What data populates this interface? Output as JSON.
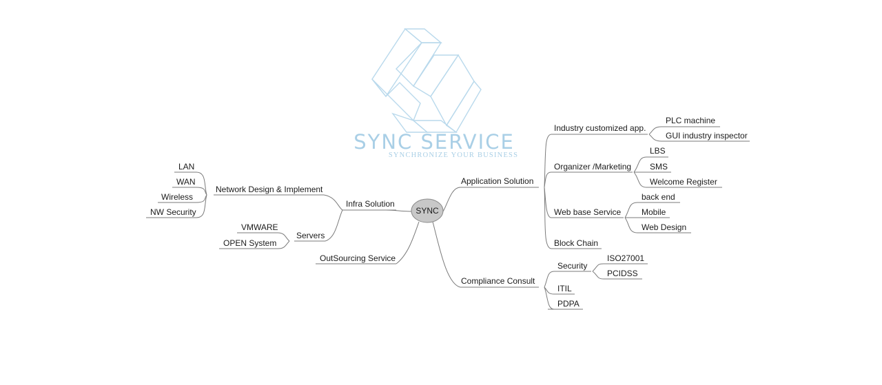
{
  "logo": {
    "title": "SYNC SERVICE",
    "tagline": "SYNCHRONIZE YOUR BUSINESS",
    "icon": "sync-s-logo-icon",
    "color": "#a9cfe6"
  },
  "mindmap": {
    "root": "SYNC",
    "root_fill": "#c8c8c8",
    "line_color": "#7a7a7a",
    "nodes": [
      {
        "id": "infra",
        "label": "Infra Solution"
      },
      {
        "id": "netdesign",
        "label": "Network Design & Implement"
      },
      {
        "id": "lan",
        "label": "LAN"
      },
      {
        "id": "wan",
        "label": "WAN"
      },
      {
        "id": "wireless",
        "label": "Wireless"
      },
      {
        "id": "nwsec",
        "label": "NW Security"
      },
      {
        "id": "servers",
        "label": "Servers"
      },
      {
        "id": "vmware",
        "label": "VMWARE"
      },
      {
        "id": "opensys",
        "label": "OPEN System"
      },
      {
        "id": "outsourcing",
        "label": "OutSourcing Service"
      },
      {
        "id": "appsol",
        "label": "Application Solution"
      },
      {
        "id": "industry",
        "label": "Industry customized app."
      },
      {
        "id": "plc",
        "label": "PLC machine"
      },
      {
        "id": "gui",
        "label": "GUI industry inspector"
      },
      {
        "id": "organizer",
        "label": "Organizer /Marketing"
      },
      {
        "id": "lbs",
        "label": "LBS"
      },
      {
        "id": "sms",
        "label": "SMS"
      },
      {
        "id": "welcome",
        "label": "Welcome Register"
      },
      {
        "id": "webbase",
        "label": "Web base Service"
      },
      {
        "id": "backend",
        "label": "back end"
      },
      {
        "id": "mobile",
        "label": "Mobile"
      },
      {
        "id": "webdesign",
        "label": "Web Design"
      },
      {
        "id": "blockchain",
        "label": "Block Chain"
      },
      {
        "id": "compliance",
        "label": "Compliance Consult"
      },
      {
        "id": "security",
        "label": "Security"
      },
      {
        "id": "iso",
        "label": "ISO27001"
      },
      {
        "id": "pcidss",
        "label": "PCIDSS"
      },
      {
        "id": "itil",
        "label": "ITIL"
      },
      {
        "id": "pdpa",
        "label": "PDPA"
      }
    ]
  }
}
